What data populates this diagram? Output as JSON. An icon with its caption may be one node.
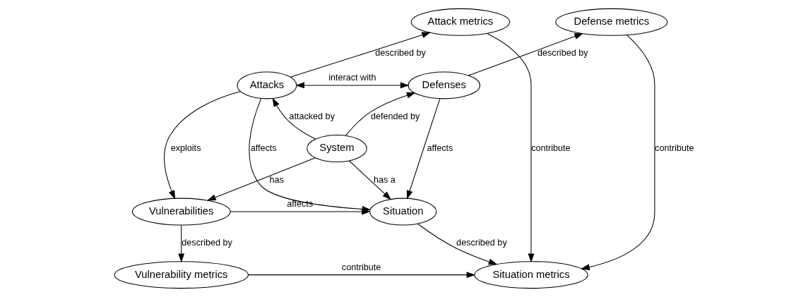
{
  "diagram": {
    "nodes": [
      {
        "text": [
          "Attack metrics"
        ]
      },
      {
        "text": [
          "Defense metrics"
        ]
      },
      {
        "text": [
          "Attacks"
        ]
      },
      {
        "text": [
          "Defenses"
        ]
      },
      {
        "text": [
          "System"
        ]
      },
      {
        "text": [
          "Vulnerabilities"
        ]
      },
      {
        "text": [
          "Situation"
        ]
      },
      {
        "text": [
          "Vulnerability metrics"
        ]
      },
      {
        "text": [
          "Situation metrics"
        ]
      }
    ],
    "edges": [
      {
        "from": 0,
        "to": 8,
        "arrow": "to",
        "label": "contribute"
      },
      {
        "from": 2,
        "to": 0,
        "arrow": "to",
        "label": "described by"
      },
      {
        "from": 2,
        "to": 3,
        "arrow": "both",
        "label": "interact with"
      },
      {
        "from": 3,
        "to": 1,
        "arrow": "to",
        "label": "described by"
      },
      {
        "from": 2,
        "to": 6,
        "arrow": "to",
        "label": "affects"
      },
      {
        "from": 2,
        "to": 5,
        "arrow": "to",
        "label": "exploits"
      },
      {
        "from": 4,
        "to": 2,
        "arrow": "to",
        "label": "attacked by"
      },
      {
        "from": 4,
        "to": 3,
        "arrow": "to",
        "label": "defended by"
      },
      {
        "from": 4,
        "to": 5,
        "arrow": "to",
        "label": "has"
      },
      {
        "from": 4,
        "to": 6,
        "arrow": "to",
        "label": "has a"
      },
      {
        "from": 3,
        "to": 6,
        "arrow": "to",
        "label": "affects"
      },
      {
        "from": 1,
        "to": 8,
        "arrow": "to",
        "label": "contribute"
      },
      {
        "from": 5,
        "to": 6,
        "arrow": "to",
        "label": "affects"
      },
      {
        "from": 5,
        "to": 7,
        "arrow": "to",
        "label": "described by"
      },
      {
        "from": 6,
        "to": 8,
        "arrow": "to",
        "label": "described by"
      },
      {
        "from": 7,
        "to": 8,
        "arrow": "to",
        "label": "contribute"
      }
    ]
  }
}
